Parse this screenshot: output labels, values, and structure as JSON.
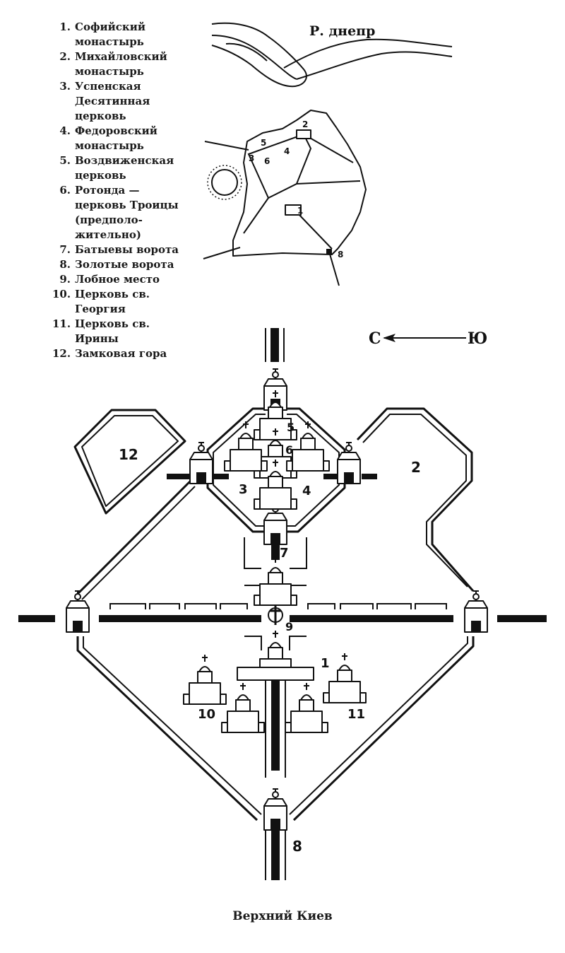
{
  "legend": [
    {
      "num": "1.",
      "text": "Софийский\nмонастырь"
    },
    {
      "num": "2.",
      "text": "Михайловский\nмонастырь"
    },
    {
      "num": "3.",
      "text": "Успенская\nДесятинная\nцерковь"
    },
    {
      "num": "4.",
      "text": "Федоровский\nмонастырь"
    },
    {
      "num": "5.",
      "text": "Воздвиженская\nцерковь"
    },
    {
      "num": "6.",
      "text": "Ротонда —\nцерковь Троицы\n(предполо-\nжительно)"
    },
    {
      "num": "7.",
      "text": "Батыевы ворота"
    },
    {
      "num": "8.",
      "text": "Золотые ворота"
    },
    {
      "num": "9.",
      "text": "Лобное место"
    },
    {
      "num": "10.",
      "text": "Церковь св.\nГеоргия"
    },
    {
      "num": "11.",
      "text": "Церковь св.\nИрины"
    },
    {
      "num": "12.",
      "text": "Замковая гора"
    }
  ],
  "inset_map": {
    "river_label": "Р. днепр",
    "numbers": [
      "1",
      "2",
      "3",
      "4",
      "5",
      "6",
      "8"
    ]
  },
  "compass": {
    "north": "С",
    "south": "Ю"
  },
  "plan_labels": {
    "l1": "1",
    "l2": "2",
    "l3": "3",
    "l4": "4",
    "l5": "5",
    "l6": "6",
    "l7": "7",
    "l8": "8",
    "l9": "9",
    "l10": "10",
    "l11": "11",
    "l12": "12"
  },
  "caption": "Верхний Киев"
}
